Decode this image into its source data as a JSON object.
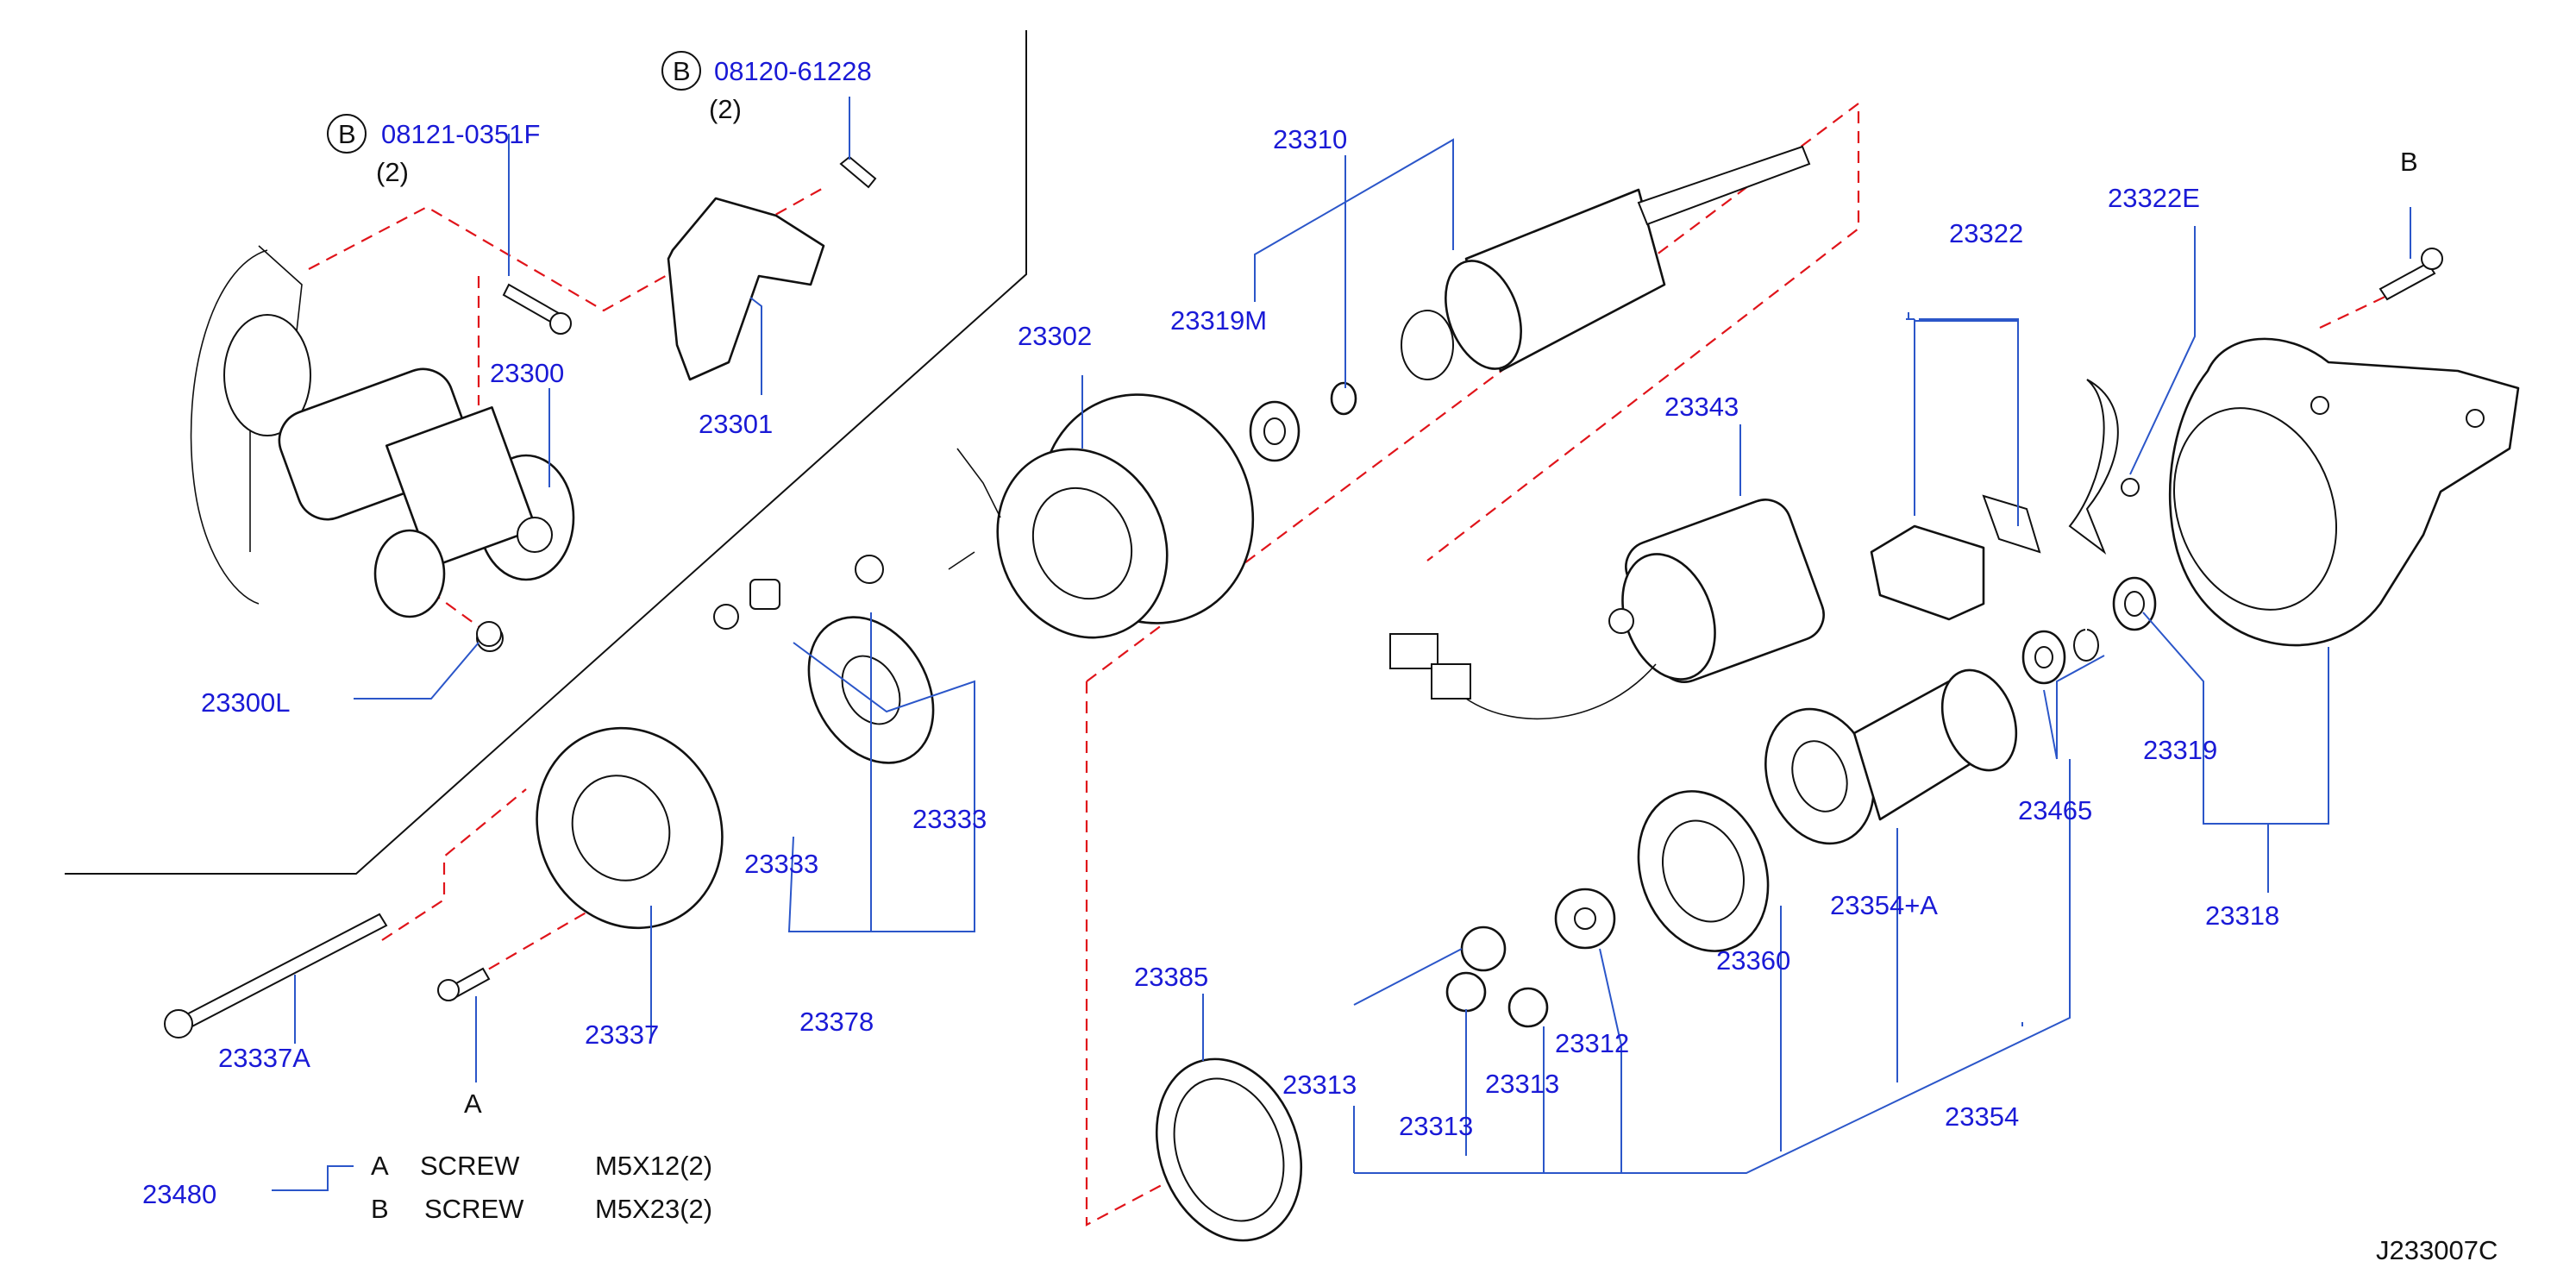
{
  "diagram": {
    "figure_id": "J233007C",
    "callouts": [
      {
        "id": "23300",
        "text": "23300"
      },
      {
        "id": "23300L",
        "text": "23300L"
      },
      {
        "id": "23301",
        "text": "23301"
      },
      {
        "id": "23302",
        "text": "23302"
      },
      {
        "id": "23310",
        "text": "23310"
      },
      {
        "id": "23319M",
        "text": "23319M"
      },
      {
        "id": "23322",
        "text": "23322"
      },
      {
        "id": "23322E",
        "text": "23322E"
      },
      {
        "id": "23343",
        "text": "23343"
      },
      {
        "id": "23333a",
        "text": "23333"
      },
      {
        "id": "23333b",
        "text": "23333"
      },
      {
        "id": "23378",
        "text": "23378"
      },
      {
        "id": "23337",
        "text": "23337"
      },
      {
        "id": "23337A",
        "text": "23337A"
      },
      {
        "id": "23385",
        "text": "23385"
      },
      {
        "id": "23313a",
        "text": "23313"
      },
      {
        "id": "23313b",
        "text": "23313"
      },
      {
        "id": "23313c",
        "text": "23313"
      },
      {
        "id": "23312",
        "text": "23312"
      },
      {
        "id": "23360",
        "text": "23360"
      },
      {
        "id": "23354A",
        "text": "23354+A"
      },
      {
        "id": "23354",
        "text": "23354"
      },
      {
        "id": "23465",
        "text": "23465"
      },
      {
        "id": "23319",
        "text": "23319"
      },
      {
        "id": "23318",
        "text": "23318"
      },
      {
        "id": "23480",
        "text": "23480"
      }
    ],
    "bolt_refs": [
      {
        "badge": "B",
        "number": "08121-0351F",
        "qty": "(2)"
      },
      {
        "badge": "B",
        "number": "08120-61228",
        "qty": "(2)"
      }
    ],
    "markers": {
      "a": "A",
      "b": "B"
    },
    "legend": {
      "rows": [
        {
          "key": "A",
          "name": "SCREW",
          "spec": "M5X12(2)"
        },
        {
          "key": "B",
          "name": "SCREW",
          "spec": "M5X23(2)"
        }
      ]
    }
  }
}
